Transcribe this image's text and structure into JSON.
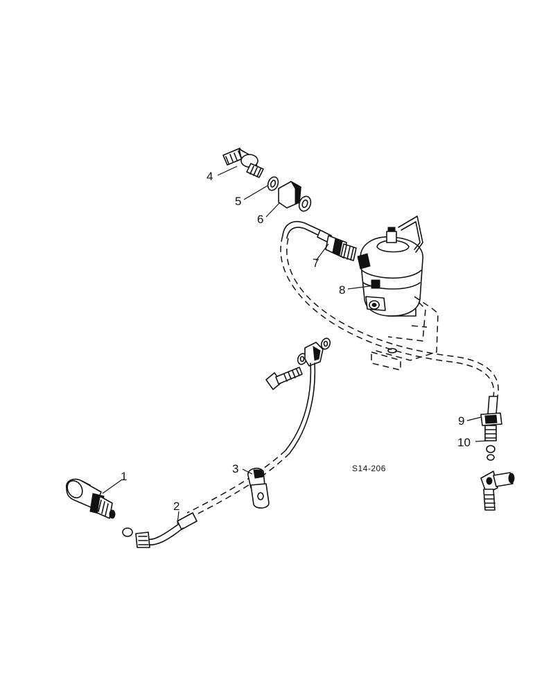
{
  "diagram": {
    "drawing_code": "S14-206",
    "callouts": [
      "1",
      "2",
      "3",
      "4",
      "5",
      "6",
      "7",
      "8",
      "9",
      "10"
    ]
  }
}
